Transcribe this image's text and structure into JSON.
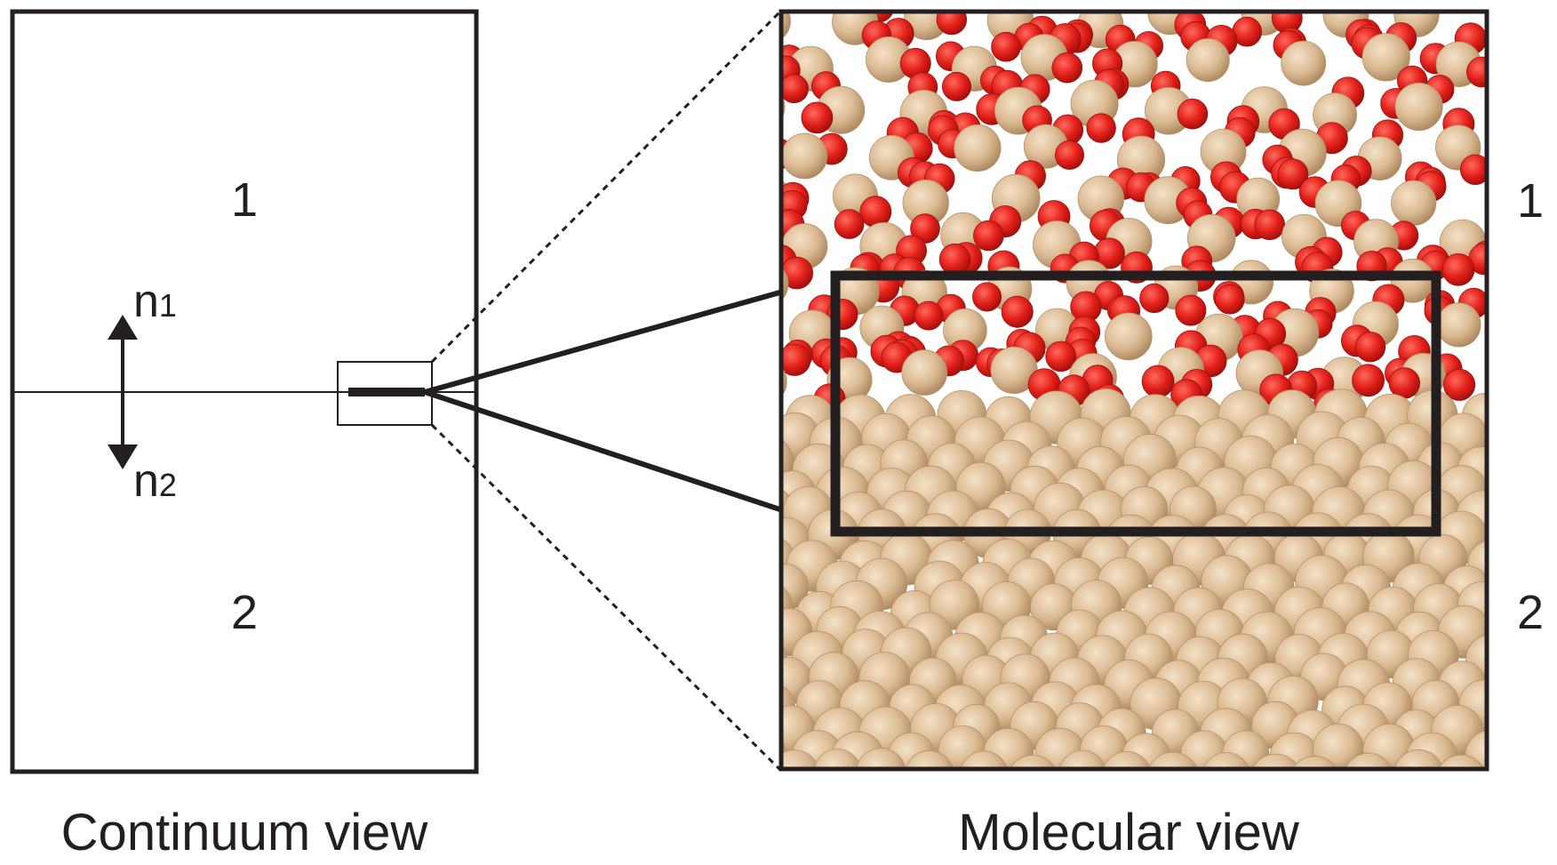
{
  "continuum": {
    "region_top": "1",
    "region_bottom": "2",
    "normal_top": {
      "base": "n",
      "sub": "1"
    },
    "normal_bottom": {
      "base": "n",
      "sub": "2"
    },
    "caption": "Continuum view"
  },
  "molecular": {
    "region_top": "1",
    "region_bottom": "2",
    "caption": "Molecular view"
  },
  "colors": {
    "outline": "#231f20",
    "atom_tan": "#d9b994",
    "atom_tan_shade": "#b8936a",
    "atom_red": "#e6221c",
    "atom_red_shade": "#a01010"
  }
}
